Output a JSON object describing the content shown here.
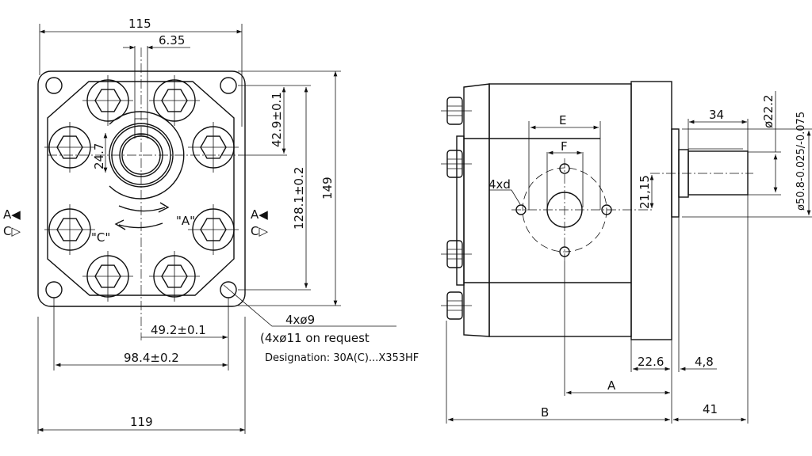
{
  "front_view": {
    "dim_width_top": "115",
    "dim_key": "6.35",
    "dim_shaft_key_height": "24.7",
    "dim_center_height": "42.9±0.1",
    "dim_hole_spacing_v": "128.1±0.2",
    "dim_height": "149",
    "dim_half_spacing": "49.2±0.1",
    "dim_hole_spacing_h": "98.4±0.2",
    "dim_width_bottom": "119",
    "rotation_a": "\"A\"",
    "rotation_c": "\"C\"",
    "port_a_label": "A◀",
    "port_c_label": "C▷",
    "hole_note": "4xø9",
    "hole_note_alt": "(4xø11 on request",
    "designation": "Designation: 30A(C)...X353HF"
  },
  "side_view": {
    "dim_e": "E",
    "dim_f": "F",
    "dim_holes": "4xd",
    "dim_port_offset": "21,15",
    "dim_shaft_length": "34",
    "dim_shaft_dia": "ø22.2",
    "dim_pilot_dia": "ø50.8-0.025/-0.075",
    "dim_flange": "22.6",
    "dim_pilot": "4,8",
    "dim_a": "A",
    "dim_b": "B",
    "dim_shaft_total": "41"
  }
}
